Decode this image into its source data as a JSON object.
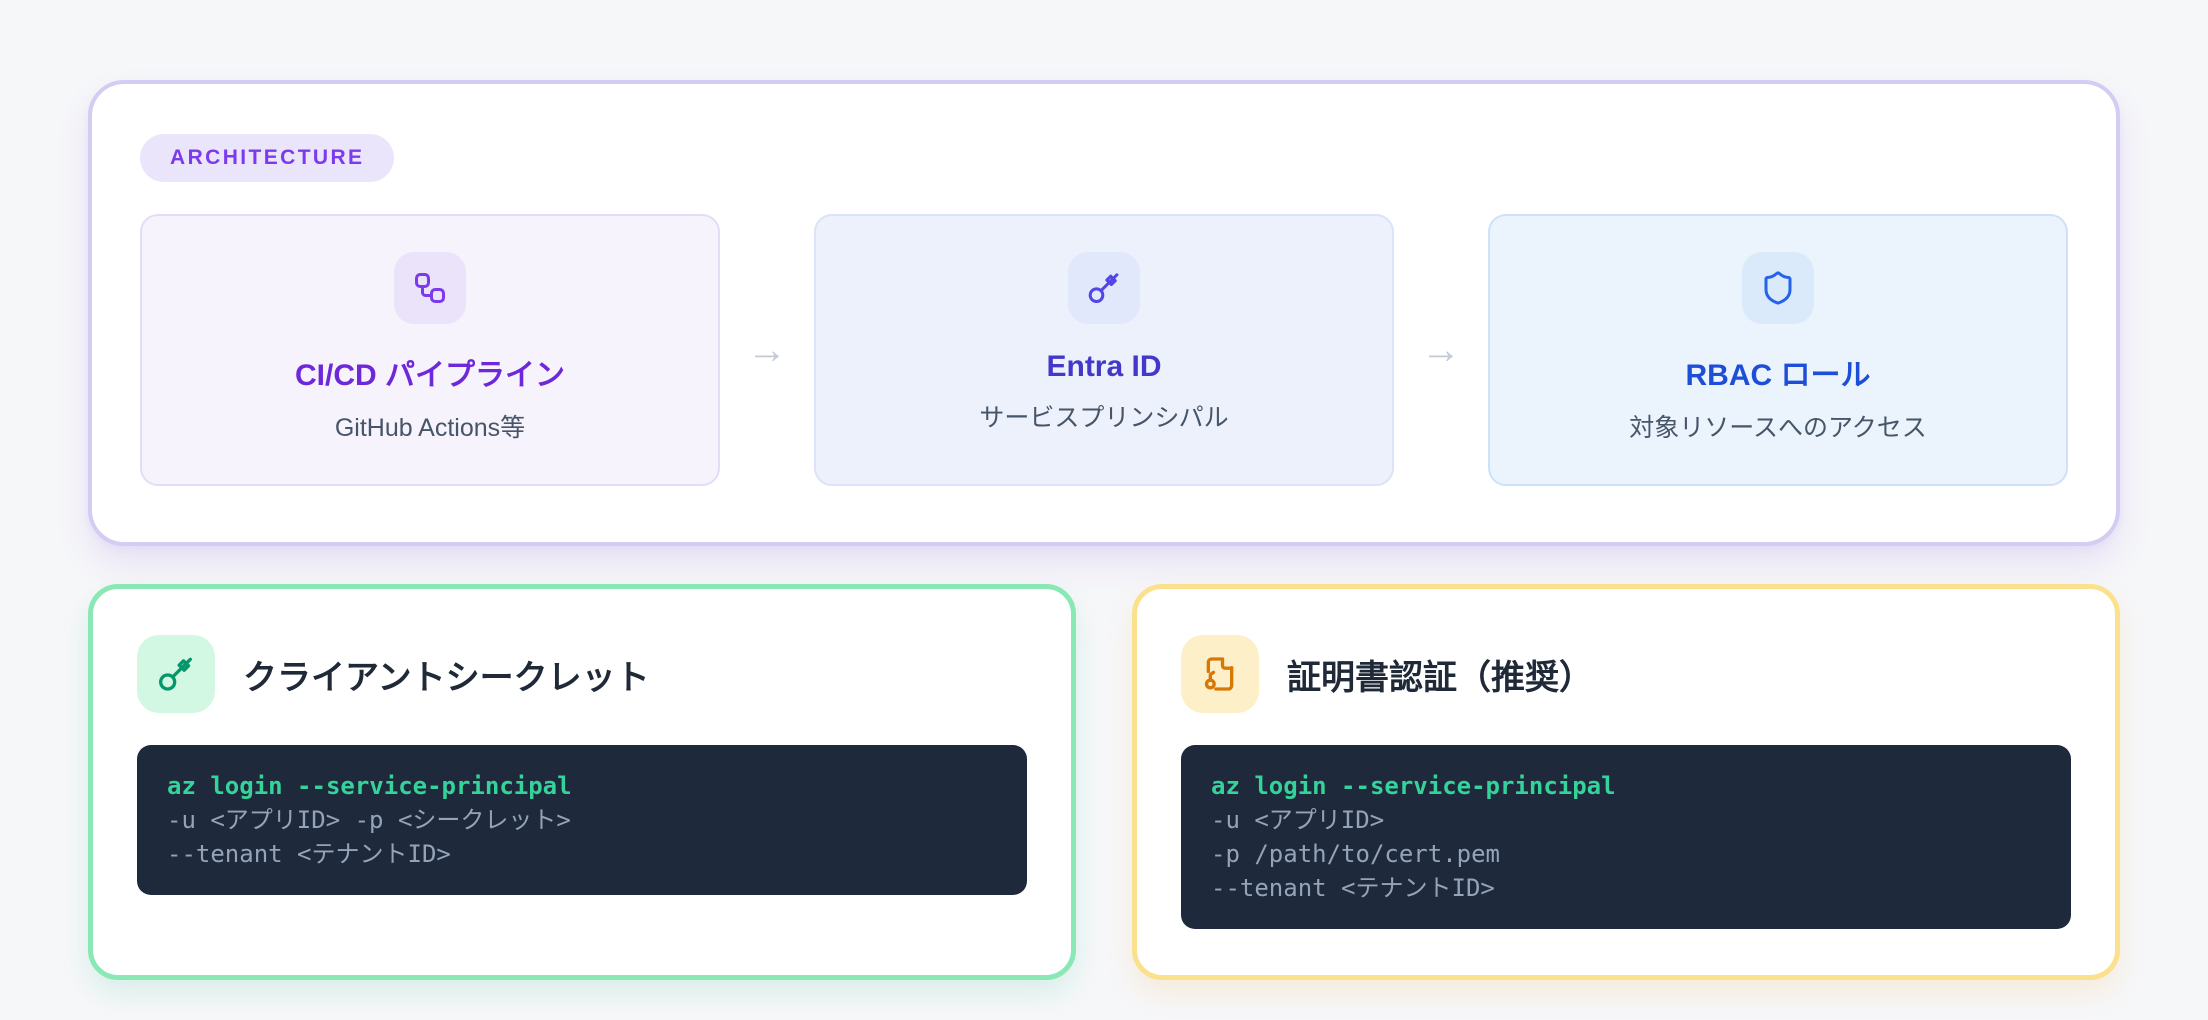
{
  "architecture": {
    "badge_label": "ARCHITECTURE",
    "arrow_glyph": "→",
    "nodes": [
      {
        "title": "CI/CD パイプライン",
        "subtitle": "GitHub Actions等",
        "icon": "workflow-icon",
        "accent": "#7c3aed"
      },
      {
        "title": "Entra ID",
        "subtitle": "サービスプリンシパル",
        "icon": "key-icon",
        "accent": "#4f46e5"
      },
      {
        "title": "RBAC ロール",
        "subtitle": "対象リソースへのアクセス",
        "icon": "shield-icon",
        "accent": "#2563eb"
      }
    ]
  },
  "auth_methods": [
    {
      "title": "クライアントシークレット",
      "icon": "key-icon",
      "accent": "#059669",
      "border_color": "#8ae8b5",
      "code": [
        "az login --service-principal",
        "-u <アプリID> -p <シークレット>",
        "--tenant <テナントID>"
      ]
    },
    {
      "title": "証明書認証（推奨）",
      "icon": "file-key-icon",
      "accent": "#d97706",
      "border_color": "#fbe18d",
      "code": [
        "az login --service-principal",
        "-u <アプリID>",
        "-p /path/to/cert.pem",
        "--tenant <テナントID>"
      ]
    }
  ],
  "colors": {
    "page_bg": "#f6f7f9",
    "panel_border": "#d4ccf3",
    "code_bg": "#1e293b",
    "code_command": "#34d399",
    "code_text": "#94a3b8",
    "arrow": "#c4cad6"
  }
}
